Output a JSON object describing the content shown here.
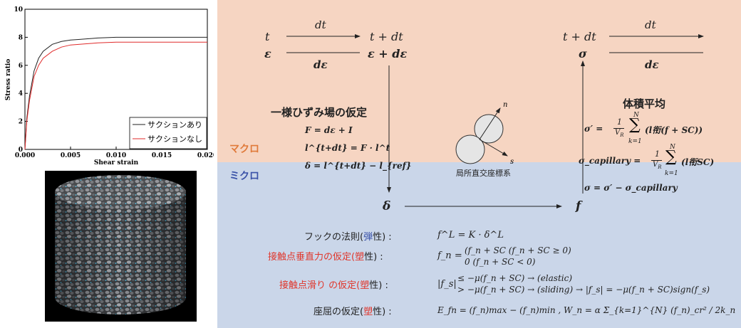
{
  "chart_data": {
    "type": "line",
    "xlabel": "Shear strain",
    "ylabel": "Stress ratio",
    "xlim": [
      0,
      0.02
    ],
    "ylim": [
      0,
      10
    ],
    "x_ticks": [
      "0.000",
      "0.005",
      "0.010",
      "0.015",
      "0.020"
    ],
    "y_ticks": [
      "0",
      "2",
      "4",
      "6",
      "8",
      "10"
    ],
    "legend_position": "bottom-right",
    "series": [
      {
        "name": "サクションあり",
        "color": "#222222",
        "x": [
          0,
          0.0002,
          0.0005,
          0.001,
          0.0015,
          0.002,
          0.003,
          0.004,
          0.005,
          0.006,
          0.008,
          0.01,
          0.015,
          0.02
        ],
        "y": [
          0,
          2.2,
          3.8,
          5.6,
          6.5,
          7.0,
          7.5,
          7.7,
          7.8,
          7.85,
          7.95,
          8.0,
          8.0,
          8.0
        ]
      },
      {
        "name": "サクションなし",
        "color": "#e02a2a",
        "x": [
          0,
          0.0002,
          0.0005,
          0.001,
          0.0015,
          0.002,
          0.003,
          0.004,
          0.005,
          0.006,
          0.008,
          0.01,
          0.015,
          0.02
        ],
        "y": [
          0,
          2.0,
          3.5,
          5.2,
          6.0,
          6.5,
          7.0,
          7.3,
          7.45,
          7.5,
          7.6,
          7.65,
          7.65,
          7.65
        ]
      }
    ]
  },
  "colors": {
    "macro_bg": "#f6d5c2",
    "micro_bg": "#cad6e9",
    "red": "#e0362b",
    "blue": "#3a52a8",
    "orange": "#e07a3a"
  },
  "labels": {
    "macro": "マクロ",
    "micro": "ミクロ",
    "uniform_title": "一様ひずみ場の仮定",
    "volume_avg_title": "体積平均",
    "local_coord": "局所直交座標系"
  },
  "diagram": {
    "t": "t",
    "dt": "dt",
    "t_plus_dt": "t + dt",
    "eps": "ε",
    "deps": "dε",
    "eps_plus_deps": "ε + dε",
    "sigma": "σ",
    "delta": "δ",
    "f": "f",
    "n": "n",
    "s": "s"
  },
  "uniform_eqs": [
    "F = dε + I",
    "l^{t+dt} = F · l^t",
    "δ = l^{t+dt} − l_{ref}"
  ],
  "volume_eqs": {
    "sigma_prime": "σ′ =",
    "sigma_cap": "σ_capillary =",
    "sum_body1": "(l衔(f + SC))",
    "sum_body2": "(l衔SC)",
    "one": "1",
    "VR": "V",
    "R": "R",
    "N": "N",
    "k1": "k=1",
    "sigma_total": "σ = σ′ − σ_capillary"
  },
  "laws": [
    {
      "label": "フックの法則(",
      "kind": "弾",
      "suffix": "性) :",
      "eq": "f^L = K · δ^L"
    },
    {
      "label": "接触点垂直力の仮定(",
      "kind": "塑",
      "suffix": "性) :",
      "eq_line1": "(f_n + SC   (f_n + SC ≥ 0)",
      "eq_line2": " 0        (f_n + SC < 0)",
      "lhs": "f_n ="
    },
    {
      "label": "接触点滑り の仮定(",
      "kind": "塑",
      "suffix": "性) :",
      "lhs": "|f_s|",
      "eq_line1": "≤ −μ(f_n + SC)   → (elastic)",
      "eq_line2": "> −μ(f_n + SC)   → (sliding)   → |f_s| = −μ(f_n + SC)sign(f_s)"
    },
    {
      "label": "座屈の仮定(",
      "kind": "塑",
      "suffix": "性) :",
      "eq": "E_fn = (f_n)max − (f_n)min ,  W_n = α Σ_{k=1}^{N} (f_n)_cr² / 2k_n"
    }
  ]
}
